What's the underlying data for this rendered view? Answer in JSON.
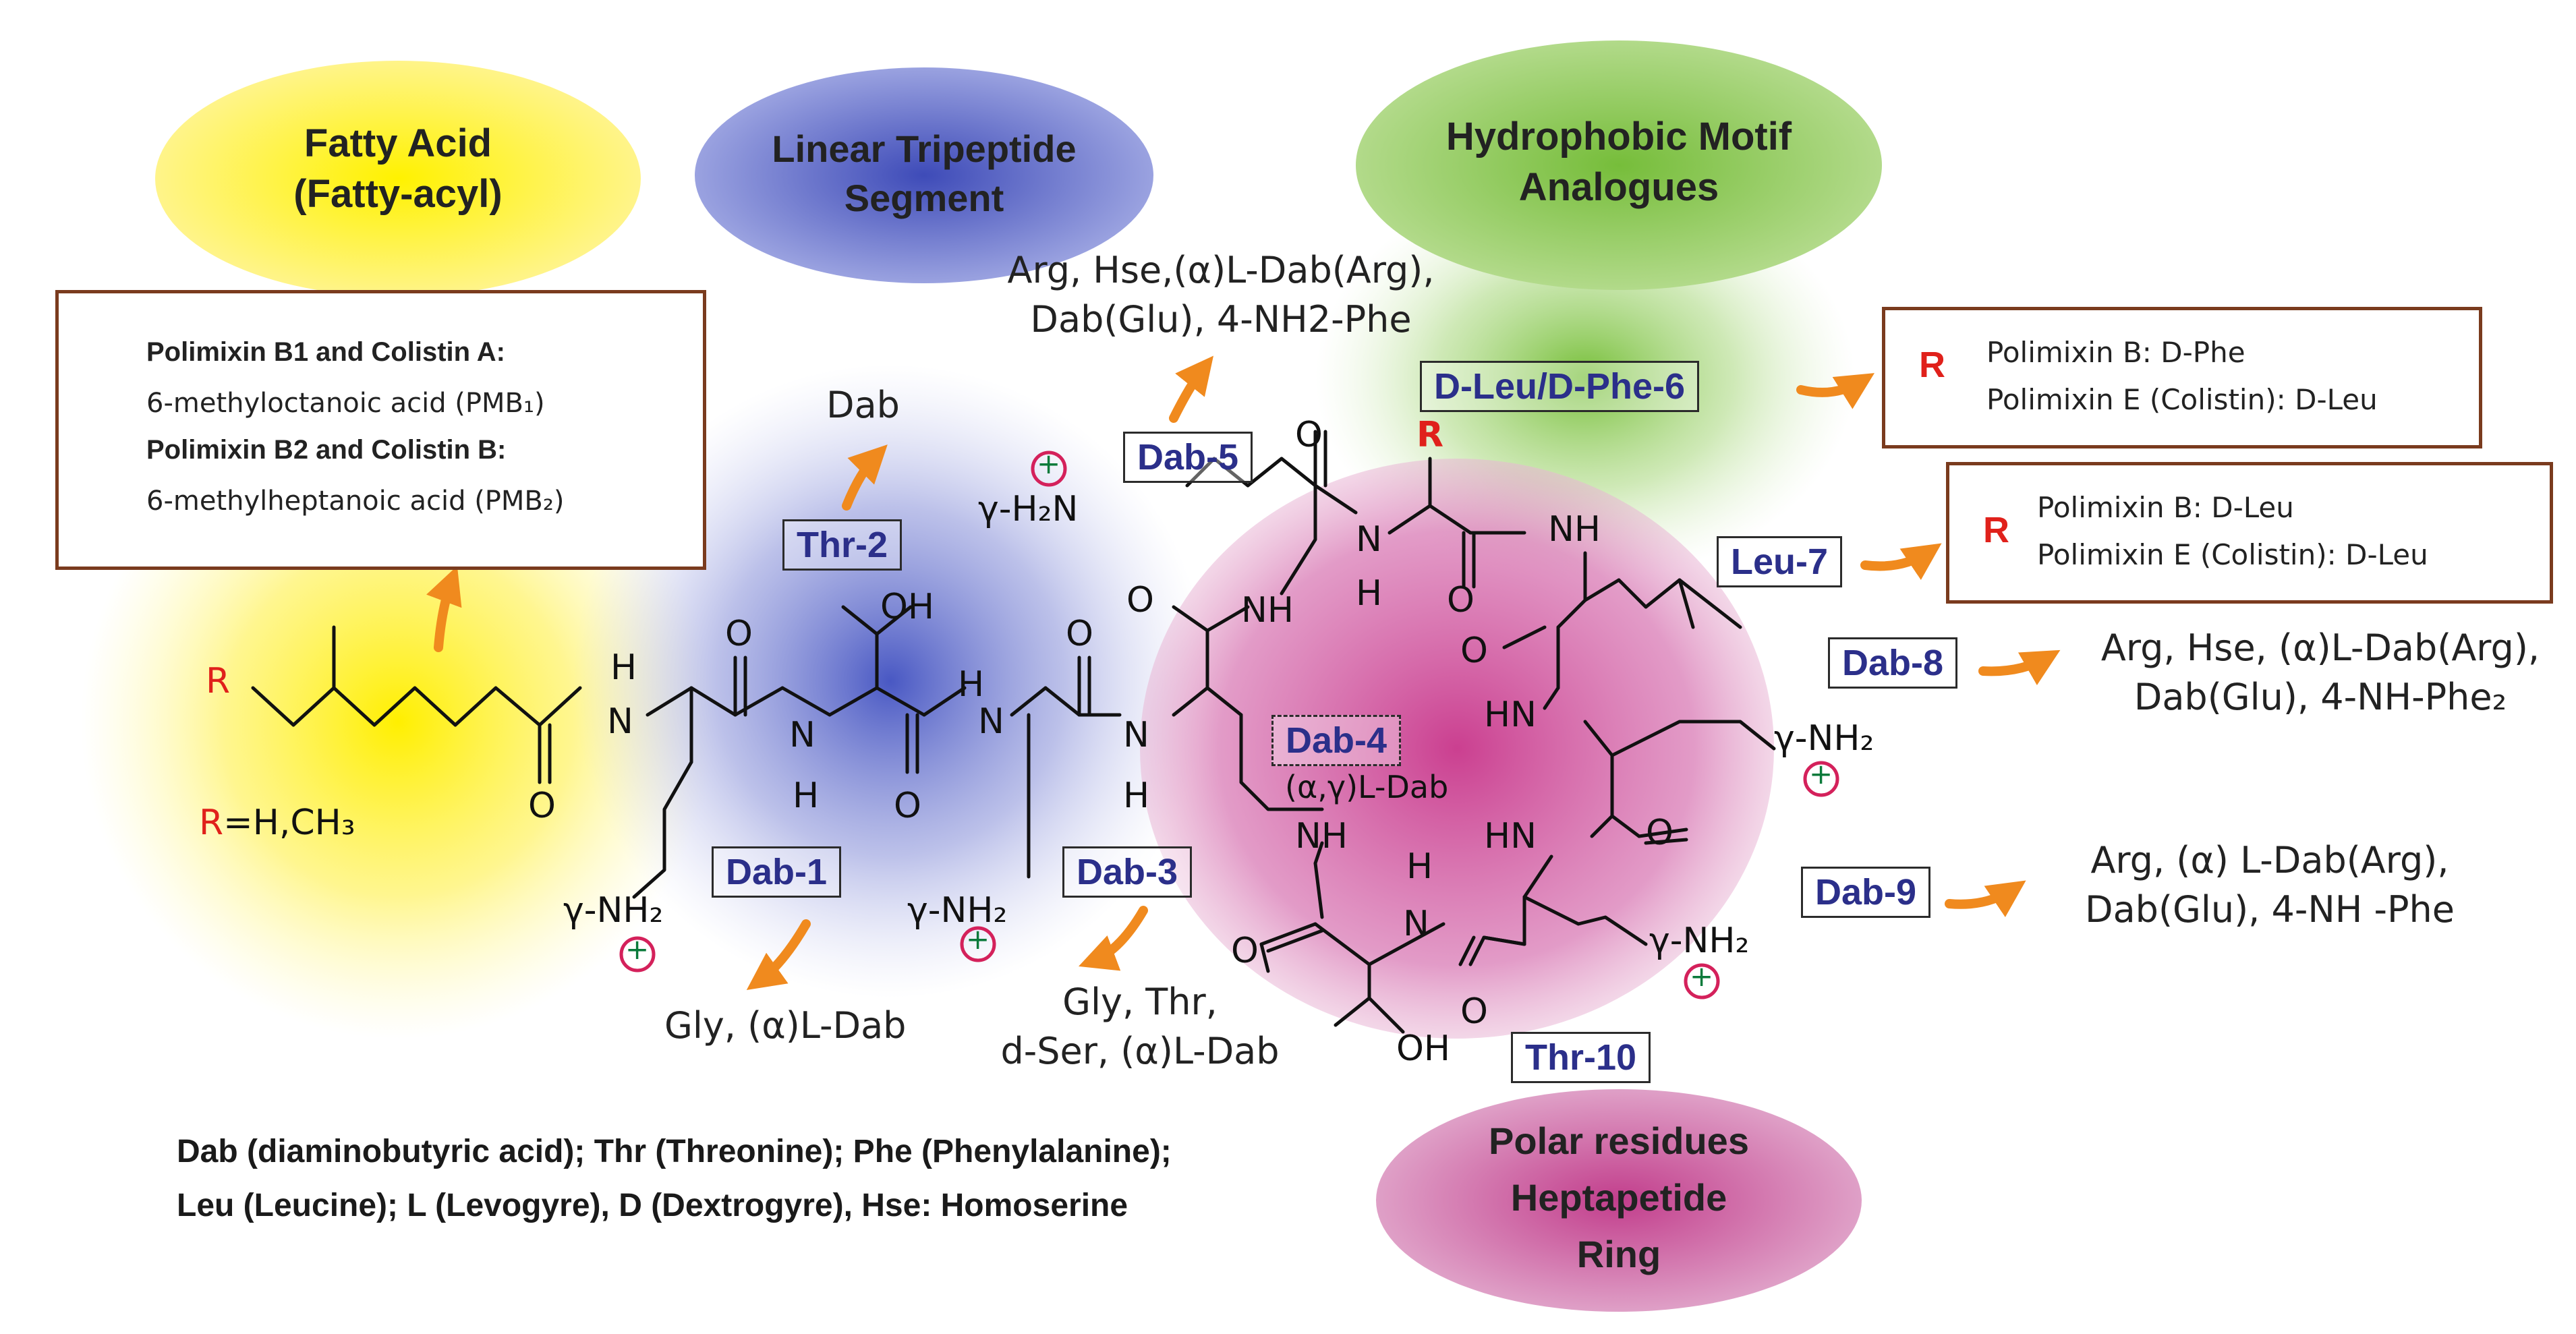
{
  "regions": {
    "fatty_acid": [
      "Fatty Acid",
      "(Fatty-acyl)"
    ],
    "linear_tripeptide": [
      "Linear Tripeptide",
      "Segment"
    ],
    "hydrophobic_motif": [
      "Hydrophobic Motif",
      "Analogues"
    ],
    "polar_residues": [
      "Polar residues",
      "Heptapetide",
      "Ring"
    ]
  },
  "fatty_box": {
    "line1": "Polimixin B1 and Colistin A:",
    "line2": "6-methyloctanoic acid (PMB₁)",
    "line3": "Polimixin B2 and Colistin B:",
    "line4": "6-methylheptanoic acid (PMB₂)"
  },
  "residues": {
    "thr2": "Thr-2",
    "dab1": "Dab-1",
    "dab3": "Dab-3",
    "dab4": "Dab-4",
    "dab4_sub": "(α,γ)L-Dab",
    "dab5": "Dab-5",
    "dleu6": "D-Leu/D-Phe-6",
    "leu7": "Leu-7",
    "dab8": "Dab-8",
    "dab9": "Dab-9",
    "thr10": "Thr-10"
  },
  "substitutions": {
    "thr2": "Dab",
    "dab5": [
      "Arg, Hse,(α)L-Dab(Arg),",
      "Dab(Glu), 4-NH2-Phe"
    ],
    "dab1": "Gly, (α)L-Dab",
    "dab3": [
      "Gly, Thr,",
      "d-Ser, (α)L-Dab"
    ],
    "dab8": [
      "Arg, Hse, (α)L-Dab(Arg),",
      "Dab(Glu), 4-NH-Phe₂"
    ],
    "dab9": [
      "Arg, (α) L-Dab(Arg),",
      "Dab(Glu), 4-NH -Phe"
    ]
  },
  "r_boxes": {
    "r_label": "R",
    "pos6": [
      "Polimixin B: D-Phe",
      "Polimixin E (Colistin): D-Leu"
    ],
    "pos7": [
      "Polimixin B: D-Leu",
      "Polimixin E (Colistin): D-Leu"
    ]
  },
  "fatty_r": {
    "r": "R",
    "def_r": "R",
    "def_rest": "=H,CH₃"
  },
  "atoms": {
    "n": "N",
    "h": "H",
    "o": "O",
    "oh": "OH",
    "nh": "NH",
    "hn": "HN",
    "gamma_nh2": "γ-NH₂",
    "gamma_h2n": "γ-H₂N",
    "r6": "R",
    "plus": "+"
  },
  "legend": [
    "Dab (diaminobutyric acid); Thr (Threonine); Phe (Phenylalanine);",
    "Leu (Leucine); L (Levogyre), D (Dextrogyre), Hse: Homoserine"
  ],
  "colors": {
    "fatty": "#fff200",
    "tripeptide": "#3f4fc0",
    "hydrophobic": "#7fc341",
    "polar": "#c8358a",
    "arrow": "#f08a1e",
    "box_border": "#7a3b1e",
    "residue_text": "#2b2f8a",
    "r_red": "#e0211b"
  }
}
